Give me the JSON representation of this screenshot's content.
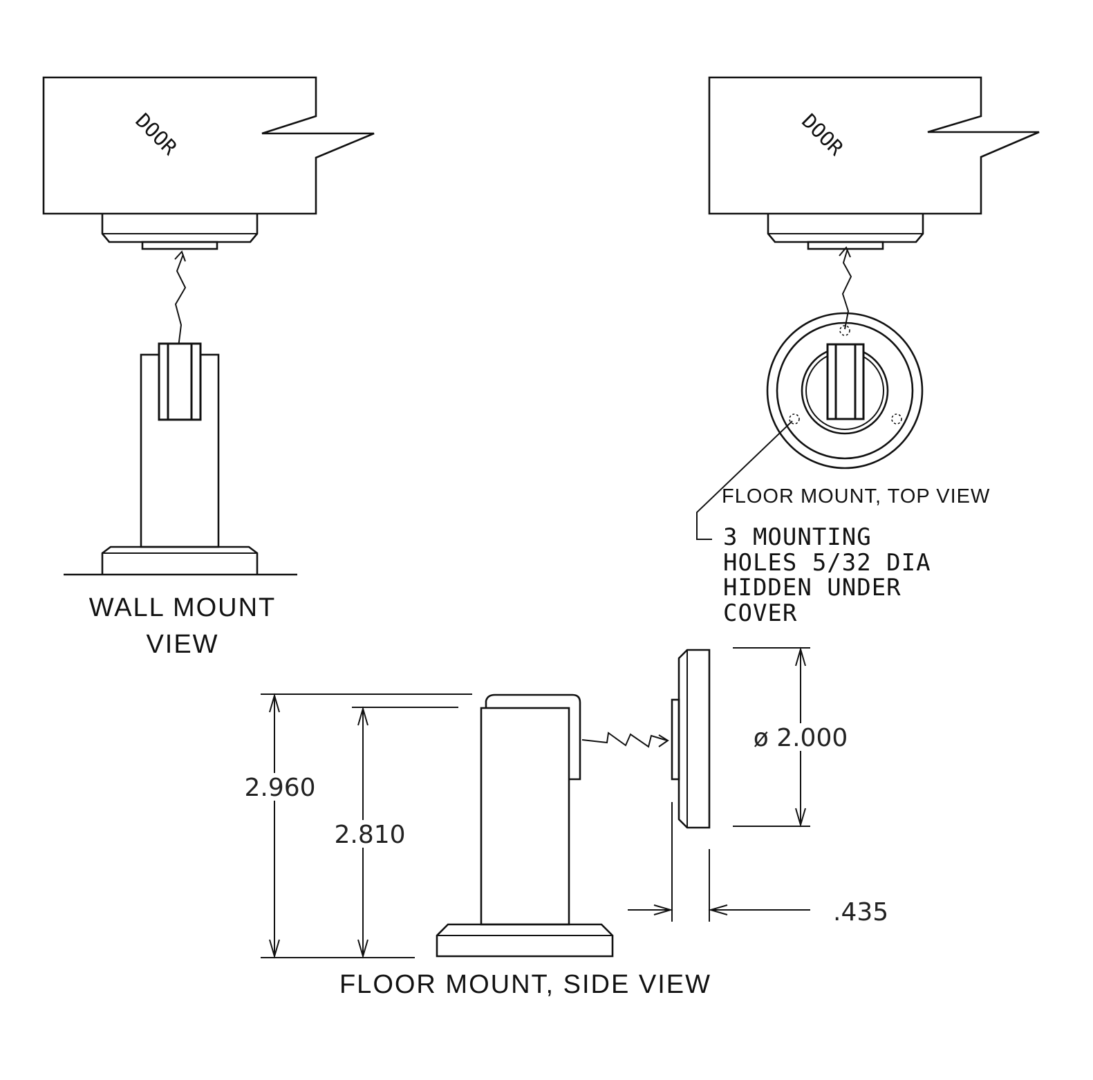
{
  "labels": {
    "wall_mount_line1": "WALL MOUNT",
    "wall_mount_line2": "VIEW",
    "floor_top_view": "FLOOR MOUNT, TOP VIEW",
    "floor_side_view": "FLOOR MOUNT, SIDE VIEW",
    "door_left": "DOOR",
    "door_right": "DOOR"
  },
  "note": {
    "line1": "3 MOUNTING",
    "line2": "HOLES 5/32 DIA",
    "line3": "HIDDEN UNDER",
    "line4": "COVER"
  },
  "dimensions": {
    "overall_height": "2.960",
    "post_height": "2.810",
    "plate_diameter": "ø 2.000",
    "plate_thickness": ".435"
  }
}
